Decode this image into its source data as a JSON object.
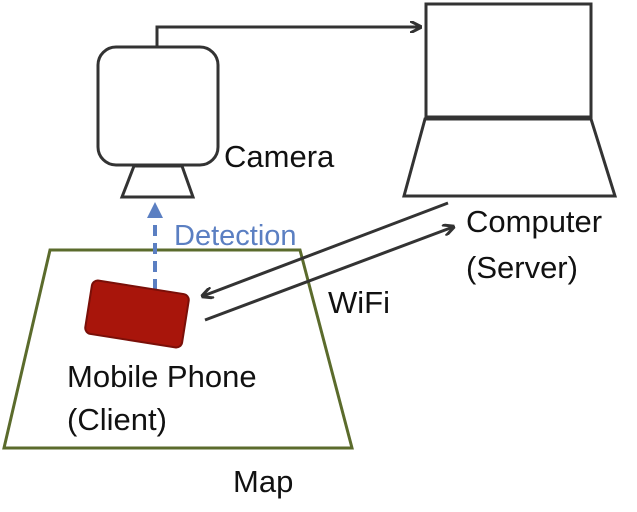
{
  "labels": {
    "camera": "Camera",
    "detection": "Detection",
    "computer_line1": "Computer",
    "computer_line2": "(Server)",
    "wifi": "WiFi",
    "phone_line1": "Mobile Phone",
    "phone_line2": "(Client)",
    "map": "Map"
  },
  "colors": {
    "line": "#333333",
    "map_border": "#5b6b2c",
    "phone_fill": "#a8150b",
    "phone_stroke": "#7a0f08",
    "detection": "#5b7fc2"
  },
  "icons": {
    "camera": "camera-icon",
    "computer": "laptop-icon",
    "phone": "mobile-phone-icon"
  }
}
